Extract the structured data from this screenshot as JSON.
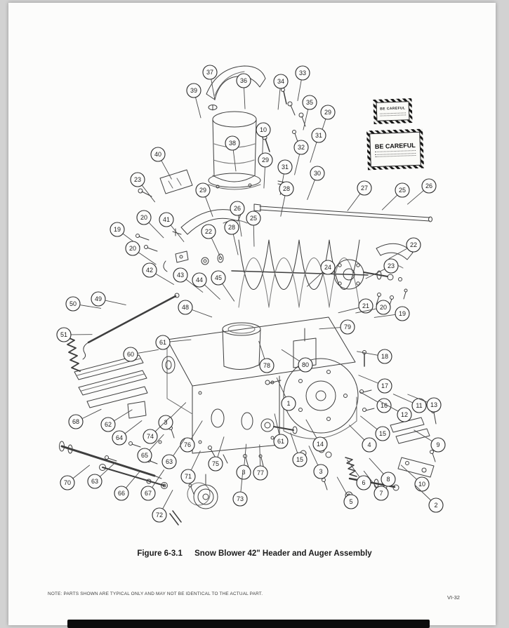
{
  "page": {
    "caption_figure": "Figure 6-3.1",
    "caption_title": "Snow Blower 42\" Header and Auger Assembly",
    "note": "NOTE: PARTS SHOWN ARE TYPICAL ONLY AND MAY NOT BE IDENTICAL TO THE ACTUAL PART.",
    "page_number": "VI-32"
  },
  "warning_labels": [
    {
      "text": "BE CAREFUL"
    },
    {
      "text": "BE CAREFUL"
    }
  ],
  "callouts": [
    [
      37,
      299,
      103
    ],
    [
      36,
      347,
      115
    ],
    [
      39,
      276,
      129
    ],
    [
      34,
      400,
      116
    ],
    [
      33,
      431,
      104
    ],
    [
      35,
      441,
      146
    ],
    [
      29,
      467,
      160
    ],
    [
      10,
      375,
      185
    ],
    [
      31,
      454,
      193
    ],
    [
      32,
      429,
      210
    ],
    [
      38,
      331,
      204
    ],
    [
      40,
      225,
      220
    ],
    [
      29,
      378,
      228
    ],
    [
      31,
      406,
      238
    ],
    [
      30,
      452,
      247
    ],
    [
      23,
      196,
      256
    ],
    [
      28,
      408,
      269
    ],
    [
      27,
      519,
      268
    ],
    [
      25,
      573,
      271
    ],
    [
      26,
      611,
      265
    ],
    [
      29,
      289,
      271
    ],
    [
      26,
      338,
      297
    ],
    [
      20,
      205,
      310
    ],
    [
      41,
      237,
      313
    ],
    [
      25,
      361,
      311
    ],
    [
      19,
      167,
      327
    ],
    [
      22,
      297,
      330
    ],
    [
      28,
      330,
      324
    ],
    [
      20,
      189,
      354
    ],
    [
      22,
      589,
      349
    ],
    [
      42,
      213,
      385
    ],
    [
      43,
      257,
      392
    ],
    [
      44,
      284,
      399
    ],
    [
      45,
      311,
      396
    ],
    [
      24,
      467,
      381
    ],
    [
      23,
      557,
      379
    ],
    [
      21,
      521,
      436
    ],
    [
      20,
      546,
      438
    ],
    [
      19,
      573,
      447
    ],
    [
      48,
      264,
      438
    ],
    [
      49,
      140,
      426
    ],
    [
      50,
      104,
      433
    ],
    [
      51,
      91,
      477
    ],
    [
      79,
      495,
      466
    ],
    [
      61,
      232,
      488
    ],
    [
      60,
      186,
      505
    ],
    [
      18,
      548,
      508
    ],
    [
      78,
      380,
      521
    ],
    [
      80,
      435,
      520
    ],
    [
      17,
      548,
      550
    ],
    [
      16,
      547,
      578
    ],
    [
      12,
      576,
      591
    ],
    [
      11,
      597,
      578
    ],
    [
      13,
      618,
      577
    ],
    [
      1,
      411,
      575
    ],
    [
      68,
      108,
      601
    ],
    [
      62,
      154,
      605
    ],
    [
      3,
      236,
      602
    ],
    [
      64,
      170,
      624
    ],
    [
      74,
      214,
      622
    ],
    [
      15,
      545,
      618
    ],
    [
      14,
      456,
      633
    ],
    [
      65,
      206,
      649
    ],
    [
      76,
      267,
      634
    ],
    [
      63,
      241,
      658
    ],
    [
      61,
      400,
      629
    ],
    [
      9,
      624,
      634
    ],
    [
      4,
      526,
      634
    ],
    [
      15,
      427,
      655
    ],
    [
      71,
      268,
      679
    ],
    [
      75,
      307,
      661
    ],
    [
      3,
      347,
      673
    ],
    [
      77,
      371,
      674
    ],
    [
      3,
      457,
      672
    ],
    [
      70,
      96,
      688
    ],
    [
      63,
      135,
      686
    ],
    [
      66,
      173,
      703
    ],
    [
      67,
      211,
      703
    ],
    [
      6,
      518,
      688
    ],
    [
      8,
      553,
      683
    ],
    [
      7,
      543,
      703
    ],
    [
      5,
      500,
      715
    ],
    [
      10,
      601,
      690
    ],
    [
      2,
      621,
      720
    ],
    [
      73,
      342,
      711
    ],
    [
      72,
      227,
      734
    ]
  ]
}
